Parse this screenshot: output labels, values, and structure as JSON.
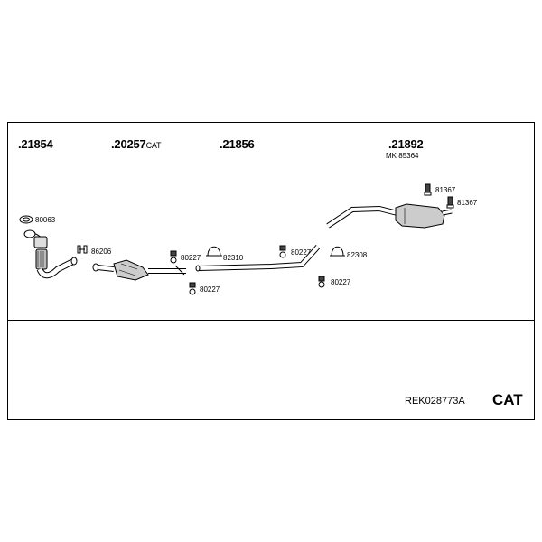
{
  "diagram": {
    "assemblies": [
      {
        "number": ".21854",
        "suffix": ""
      },
      {
        "number": ".20257",
        "suffix": "CAT"
      },
      {
        "number": ".21856",
        "suffix": ""
      },
      {
        "number": ".21892",
        "suffix": ""
      }
    ],
    "assembly_kit": "MK 85364",
    "part_labels": [
      "80063",
      "86206",
      "80227",
      "82310",
      "80227",
      "80227",
      "82308",
      "80227",
      "81367",
      "81367"
    ],
    "footer": {
      "reference": "REK028773A",
      "type": "CAT"
    }
  }
}
